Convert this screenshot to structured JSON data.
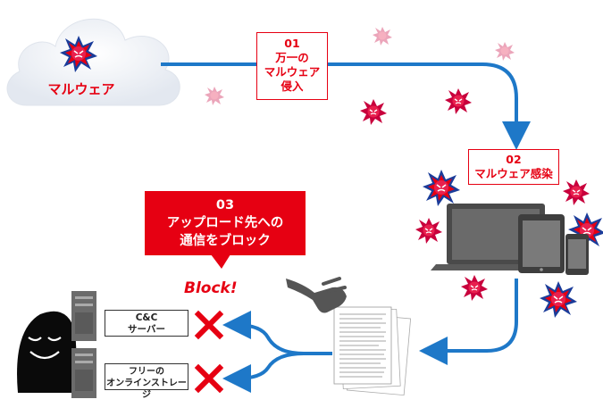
{
  "cloud_label": "マルウェア",
  "steps": {
    "step1": {
      "number": "01",
      "line1": "万一の",
      "line2": "マルウェア",
      "line3": "侵入"
    },
    "step2": {
      "number": "02",
      "text": "マルウェア感染"
    },
    "step3": {
      "number": "03",
      "line1": "アップロード先への",
      "line2": "通信をブロック"
    }
  },
  "block_label": "Block!",
  "servers": [
    {
      "line1": "C&C",
      "line2": "サーバー"
    },
    {
      "line1": "フリーの",
      "line2": "オンラインストレージ"
    }
  ],
  "colors": {
    "accent": "#e60012",
    "arrow": "#1e78c8",
    "device": "#5a5a5a",
    "cloud": "#eef1f6"
  }
}
